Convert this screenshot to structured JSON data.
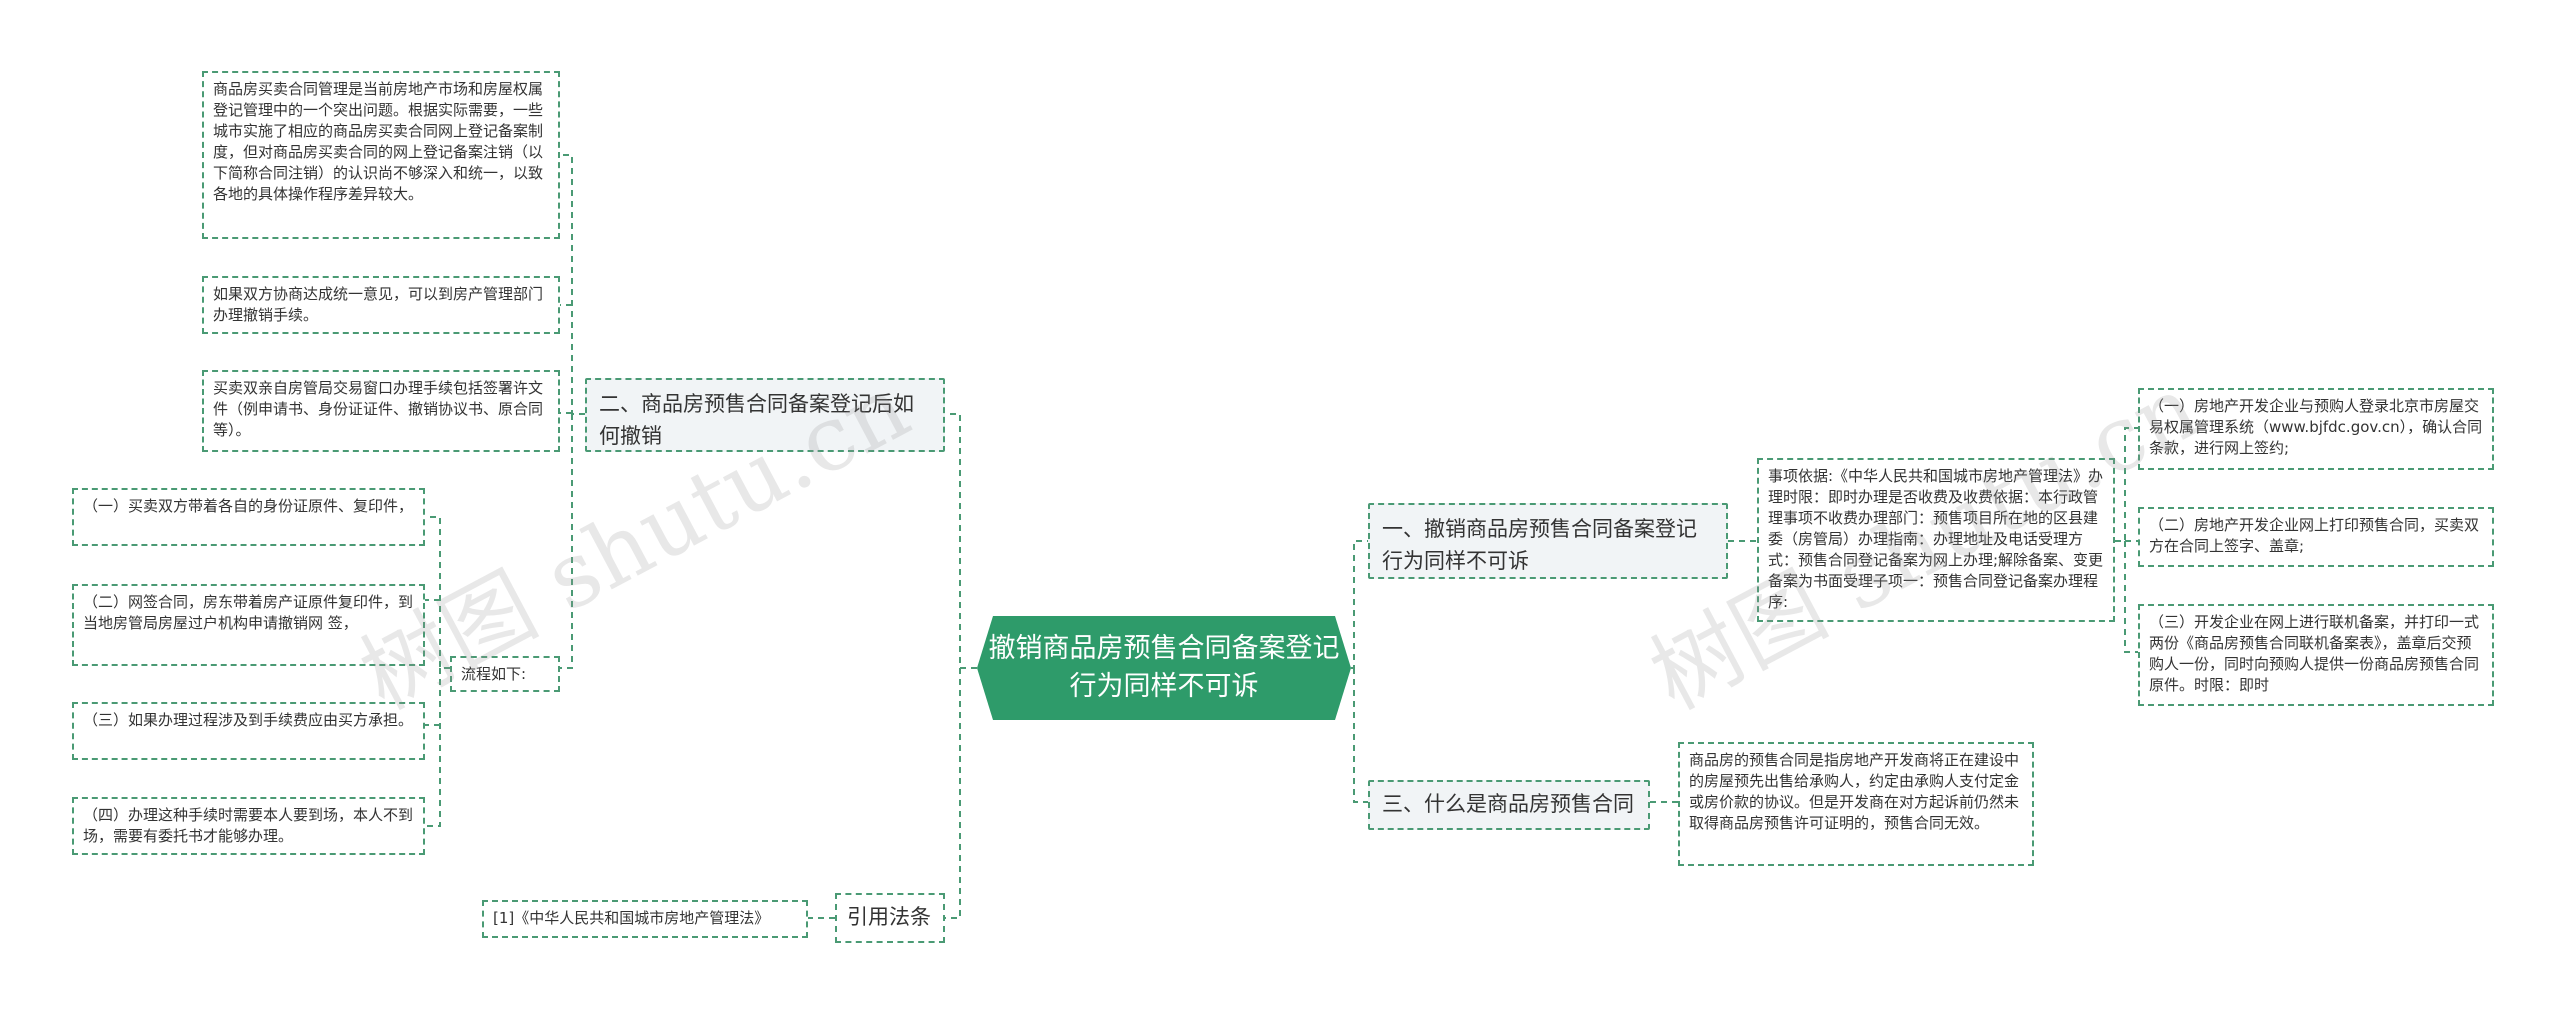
{
  "root": {
    "title": "撤销商品房预售合同备案登记行为同样不可诉"
  },
  "left": {
    "branch2": {
      "title": "二、商品房预售合同备案登记后如何撤销",
      "note1": "商品房买卖合同管理是当前房地产市场和房屋权属登记管理中的一个突出问题。根据实际需要，一些城市实施了相应的商品房买卖合同网上登记备案制度，但对商品房买卖合同的网上登记备案注销（以下简称合同注销）的认识尚不够深入和统一，以致各地的具体操作程序差异较大。",
      "note2": "如果双方协商达成统一意见，可以到房产管理部门办理撤销手续。",
      "note3": "买卖双亲自房管局交易窗口办理手续包括签署许文件（例申请书、身份证证件、撤销协议书、原合同等）。",
      "flow": {
        "label": "流程如下:",
        "steps": [
          "（一）买卖双方带着各自的身份证原件、复印件，",
          "（二）网签合同，房东带着房产证原件复印件，到当地房管局房屋过户机构申请撤销网 签，",
          "（三）如果办理过程涉及到手续费应由买方承担。",
          "（四）办理这种手续时需要本人要到场，本人不到场，需要有委托书才能够办理。"
        ]
      }
    },
    "citation": {
      "title": "引用法条",
      "ref": "[1]《中华人民共和国城市房地产管理法》"
    }
  },
  "right": {
    "branch1": {
      "title": "一、撤销商品房预售合同备案登记行为同样不可诉",
      "note": "事项依据:《中华人民共和国城市房地产管理法》办理时限：即时办理是否收费及收费依据：本行政管理事项不收费办理部门：预售项目所在地的区县建委（房管局）办理指南：办理地址及电话受理方式：预售合同登记备案为网上办理;解除备案、变更备案为书面受理子项一：预售合同登记备案办理程序:",
      "steps": [
        "（一）房地产开发企业与预购人登录北京市房屋交易权属管理系统（www.bjfdc.gov.cn），确认合同条款，进行网上签约;",
        "（二）房地产开发企业网上打印预售合同，买卖双方在合同上签字、盖章;",
        "（三）开发企业在网上进行联机备案，并打印一式两份《商品房预售合同联机备案表》，盖章后交预购人一份，同时向预购人提供一份商品房预售合同原件。时限：即时"
      ]
    },
    "branch3": {
      "title": "三、什么是商品房预售合同",
      "note": "商品房的预售合同是指房地产开发商将正在建设中的房屋预先出售给承购人，约定由承购人支付定金或房价款的协议。但是开发商在对方起诉前仍然未取得商品房预售许可证明的，预售合同无效。"
    }
  },
  "watermarks": [
    "树图 shutu.cn",
    "树图 shutu.cn"
  ],
  "colors": {
    "root": "#2e9b6a",
    "line": "#4a9a74",
    "branch_bg": "#f1f4f6"
  }
}
